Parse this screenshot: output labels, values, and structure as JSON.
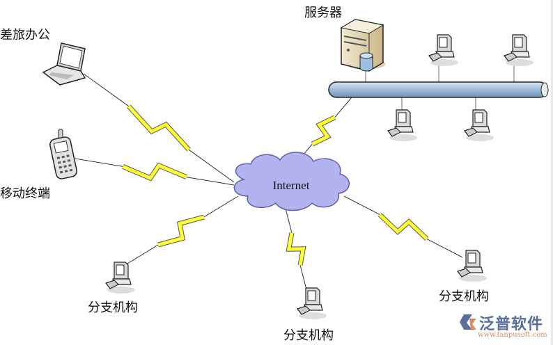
{
  "labels": {
    "server": "服务器",
    "travel_office": "差旅办公",
    "mobile_terminal": "移动终端",
    "branch_left": "分支机构",
    "branch_bottom": "分支机构",
    "branch_right": "分支机构",
    "cloud": "Internet"
  },
  "logo": {
    "name": "泛普软件",
    "url": "www.fanpusoft.com"
  },
  "colors": {
    "bolt": "#ffff33",
    "bus": "#9dbbd9",
    "cloud": "#b3b3f0",
    "logo_blue": "#5a6f99",
    "logo_orange": "#d88a66"
  }
}
